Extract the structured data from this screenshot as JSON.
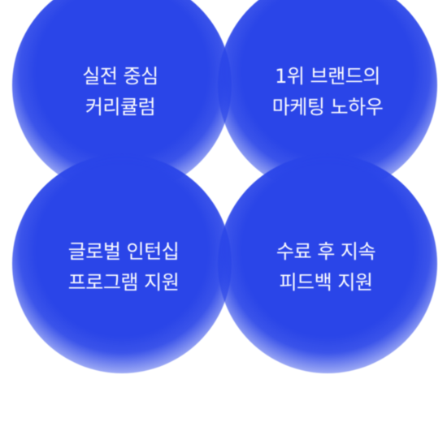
{
  "circles": [
    {
      "line1": "실전 중심",
      "line2": "커리큘럼"
    },
    {
      "line1": "1위 브랜드의",
      "line2": "마케팅 노하우"
    },
    {
      "line1": "글로벌 인턴십",
      "line2": "프로그램 지원"
    },
    {
      "line1": "수료 후 지속",
      "line2": "피드백 지원"
    }
  ],
  "colors": {
    "circle": "#2a45e8",
    "text": "#ffffff",
    "background": "#ffffff"
  }
}
